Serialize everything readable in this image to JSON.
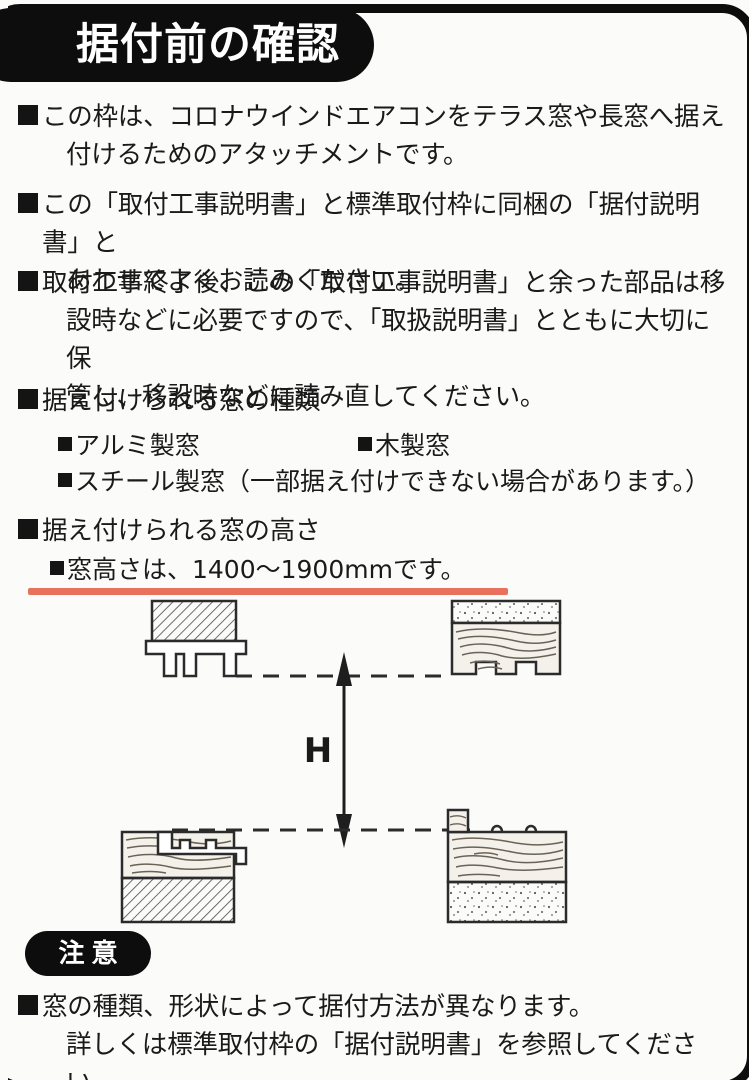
{
  "page": {
    "title": "据付前の確認",
    "background_color": "#fbfbfa",
    "frame_color": "#0d0d0d",
    "accent_color": "#e8705c"
  },
  "bullets": [
    {
      "marker": "square",
      "lines": [
        "この枠は、コロナウインドエアコンをテラス窓や長窓へ据え",
        "付けるためのアタッチメントです。"
      ]
    },
    {
      "marker": "square",
      "lines": [
        "この「取付工事説明書」と標準取付枠に同梱の「据付説明書」と",
        "あわせてよくお読みください。"
      ]
    },
    {
      "marker": "square",
      "lines": [
        "取付工事終了後、この「取付工事説明書」と余った部品は移",
        "設時などに必要ですので、「取扱説明書」とともに大切に保",
        "管し、移設時などに読み直してください。"
      ]
    }
  ],
  "window_types": {
    "heading": "据え付けられる窓の種類",
    "items": [
      "アルミ製窓",
      "木製窓",
      "スチール製窓（一部据え付けできない場合があります。）"
    ]
  },
  "window_height": {
    "heading": "据え付けられる窓の高さ",
    "detail": "窓高さは、1400〜1900mmです。",
    "min_mm": 1400,
    "max_mm": 1900,
    "unit": "mm",
    "underline_color": "#e8705c"
  },
  "diagram": {
    "dimension_label": "H",
    "top_left_part": "アルミサッシ上枠断面",
    "top_right_part": "木製窓上枠断面",
    "bottom_left_part": "アルミサッシ下枠断面",
    "bottom_right_part": "木製窓下枠断面"
  },
  "caution": {
    "badge_label": "注意",
    "lines": [
      "窓の種類、形状によって据付方法が異なります。",
      "詳しくは標準取付枠の「据付説明書」を参照してください。"
    ]
  }
}
